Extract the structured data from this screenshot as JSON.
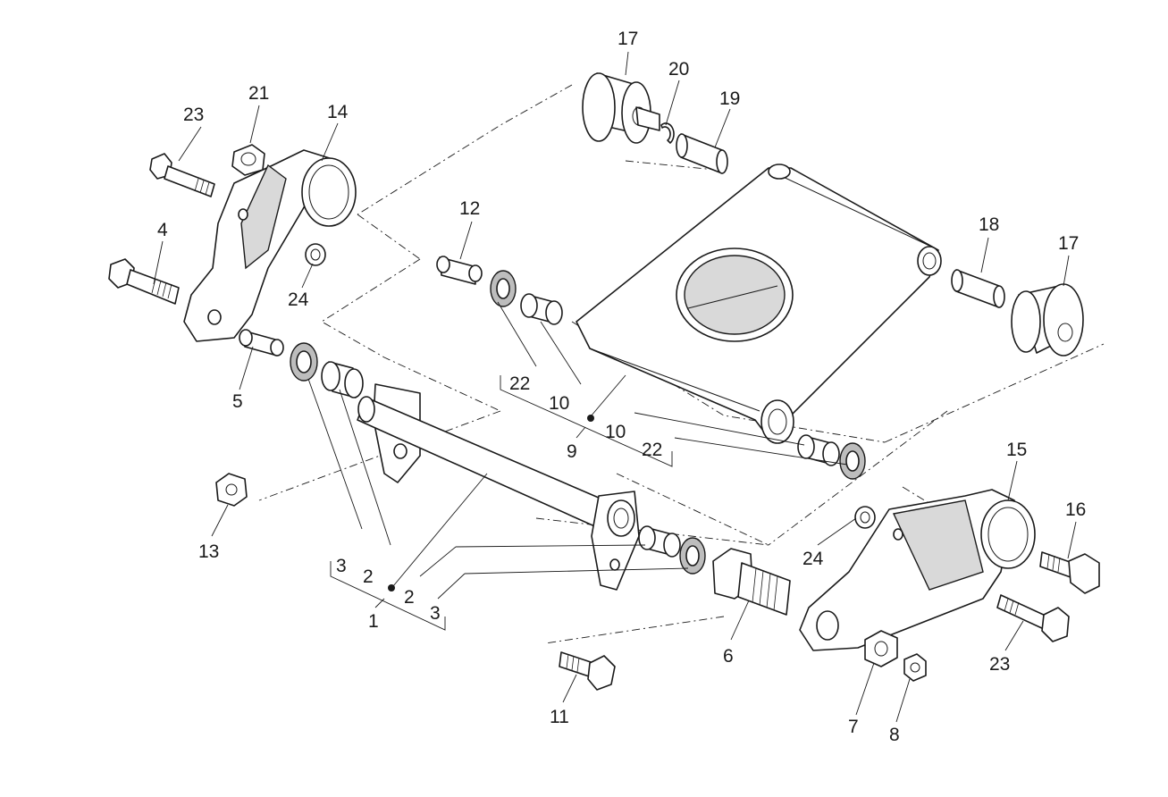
{
  "callouts": {
    "c1": "1",
    "c2a": "2",
    "c2b": "2",
    "c3a": "3",
    "c3b": "3",
    "c4": "4",
    "c5": "5",
    "c6": "6",
    "c7": "7",
    "c8": "8",
    "c9": "9",
    "c10a": "10",
    "c10b": "10",
    "c11": "11",
    "c12": "12",
    "c13": "13",
    "c14": "14",
    "c15": "15",
    "c16": "16",
    "c17a": "17",
    "c17b": "17",
    "c18": "18",
    "c19": "19",
    "c20": "20",
    "c21": "21",
    "c22a": "22",
    "c22b": "22",
    "c23a": "23",
    "c23b": "23",
    "c24a": "24",
    "c24b": "24"
  }
}
